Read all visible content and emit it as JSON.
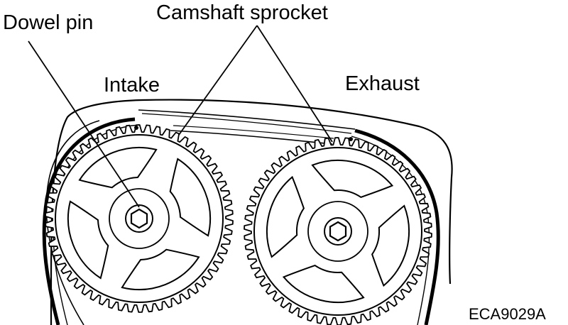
{
  "labels": {
    "dowel_pin": "Dowel pin",
    "camshaft_sprocket": "Camshaft sprocket",
    "intake": "Intake",
    "exhaust": "Exhaust",
    "figure_code": "ECA9029A"
  },
  "sprockets": {
    "intake": {
      "teeth": 58,
      "spokes": 4
    },
    "exhaust": {
      "teeth": 58,
      "spokes": 4
    }
  },
  "colors": {
    "ink": "#000000",
    "paper": "#ffffff"
  }
}
